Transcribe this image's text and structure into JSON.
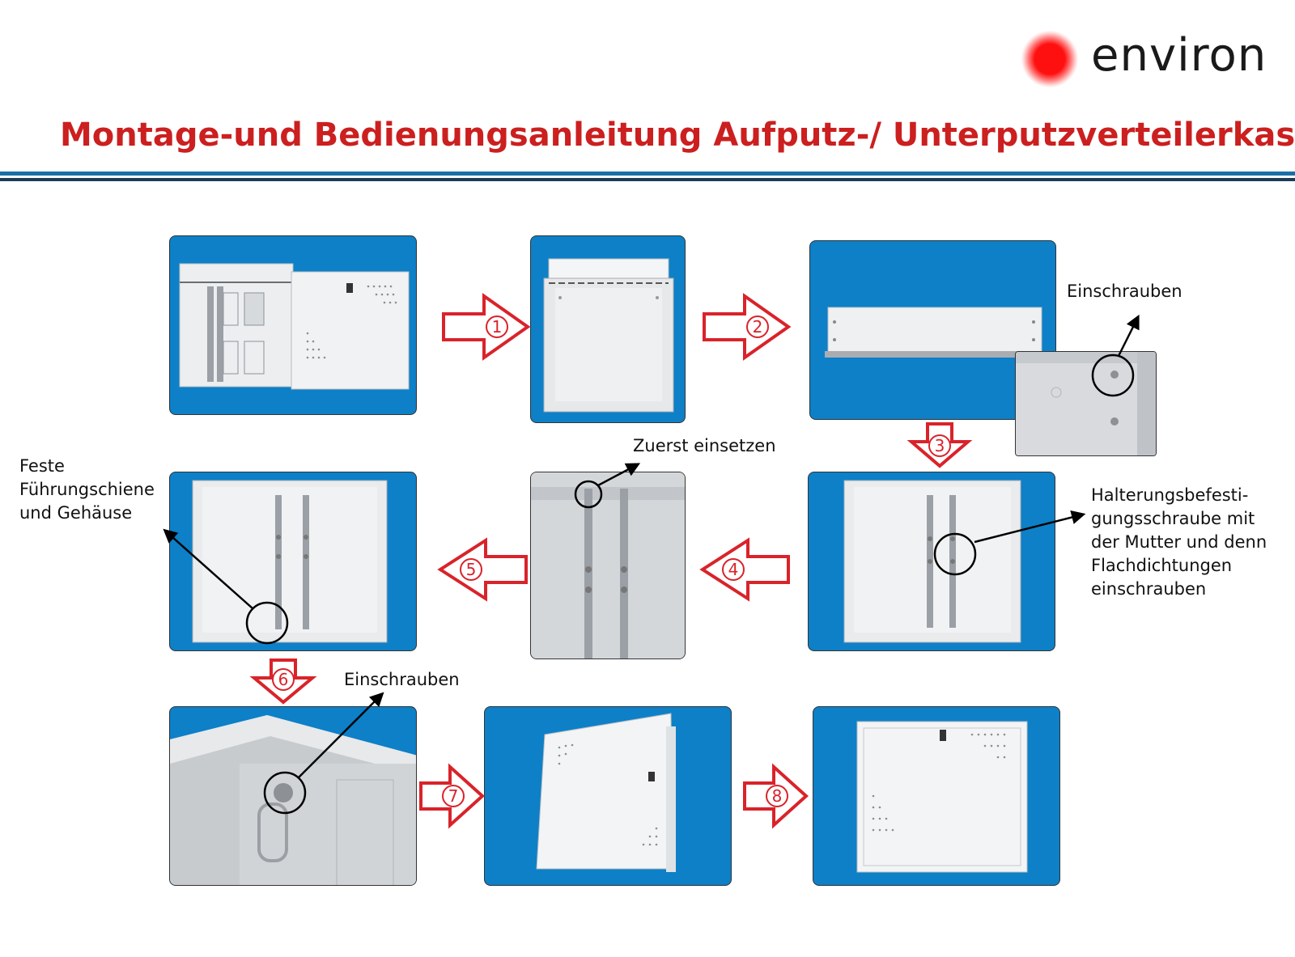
{
  "brand": {
    "name": "environ",
    "accent": "#e4131b"
  },
  "title": "Montage-und Bedienungsanleitung Aufputz-/ Unterputzverteilerkasten",
  "colors": {
    "title": "#cc1f1f",
    "arrow_outline": "#d9232a",
    "photo_background": "#0d80c8",
    "rule": "#1a6fa8"
  },
  "steps": [
    "1",
    "2",
    "3",
    "4",
    "5",
    "6",
    "7",
    "8"
  ],
  "labels": {
    "screw_in_top": "Einschrauben",
    "insert_first": "Zuerst einsetzen",
    "fixed_rail": [
      "Feste",
      "Führungschiene",
      "und Gehäuse"
    ],
    "bracket_screw": [
      "Halterungsbefesti-",
      "gungsschraube mit",
      "der Mutter und denn",
      "Flachdichtungen",
      "einschrauben"
    ],
    "screw_in_bottom": "Einschrauben"
  }
}
